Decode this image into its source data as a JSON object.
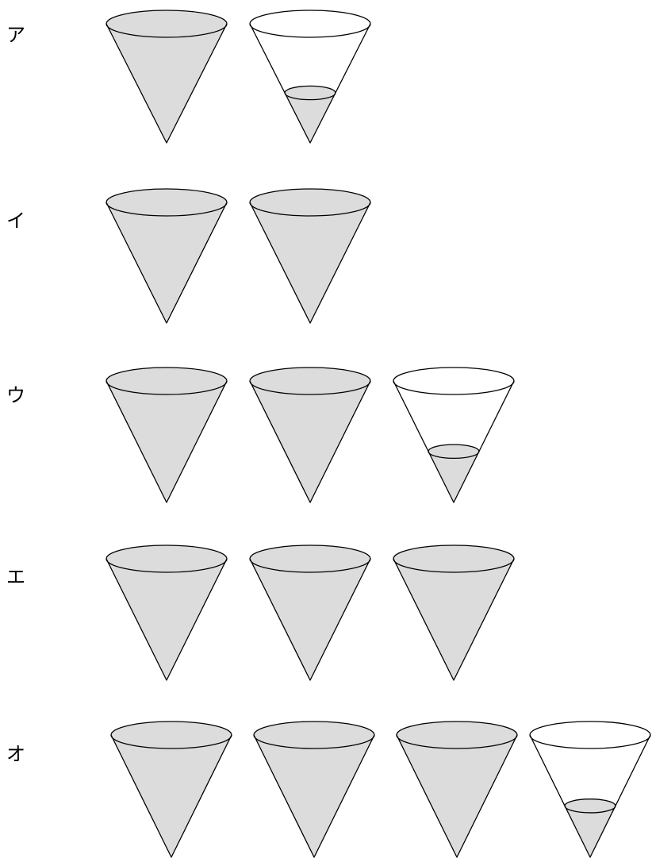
{
  "colors": {
    "fill": "#dcdcdc",
    "outline": "#000000",
    "empty": "#ffffff"
  },
  "rows": [
    {
      "label": "ア",
      "full_cones": 1,
      "partial_cones": 1
    },
    {
      "label": "イ",
      "full_cones": 2,
      "partial_cones": 0
    },
    {
      "label": "ウ",
      "full_cones": 2,
      "partial_cones": 1
    },
    {
      "label": "エ",
      "full_cones": 3,
      "partial_cones": 0
    },
    {
      "label": "オ",
      "full_cones": 3,
      "partial_cones": 1
    }
  ]
}
